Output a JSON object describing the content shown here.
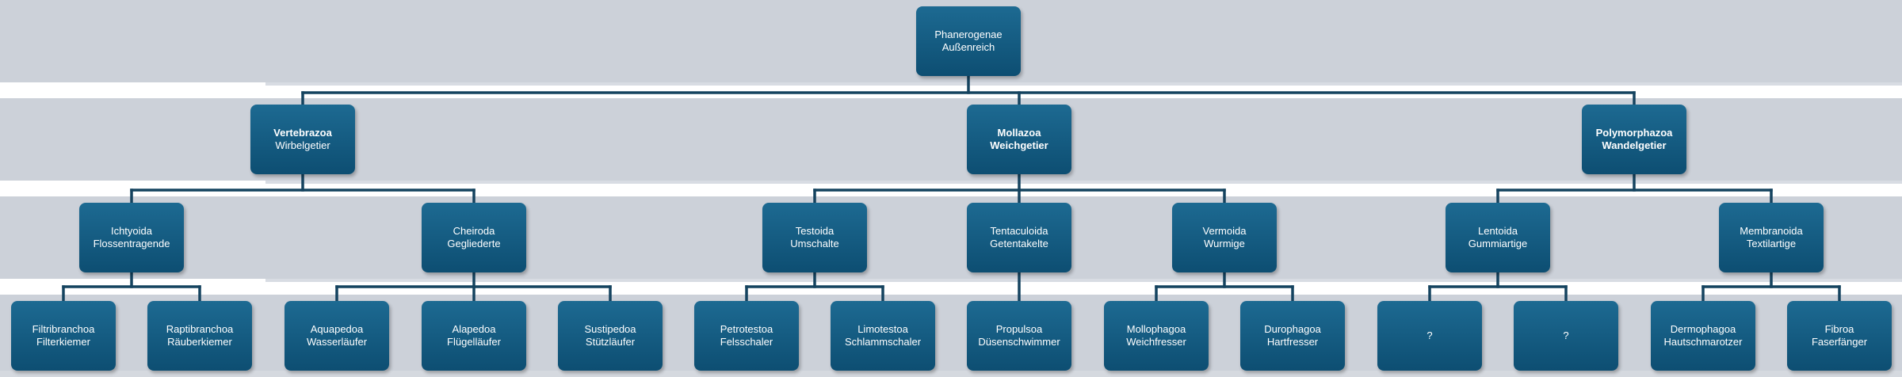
{
  "root": {
    "l1": "Phanerogenae",
    "l2": "Außenreich"
  },
  "level1": [
    {
      "l1": "Vertebrazoa",
      "l2": "Wirbelgetier"
    },
    {
      "l1": "Mollazoa",
      "l2": "Weichgetier"
    },
    {
      "l1": "Polymorphazoa",
      "l2": "Wandelgetier"
    }
  ],
  "level2": [
    {
      "l1": "Ichtyoida",
      "l2": "Flossentragende"
    },
    {
      "l1": "Cheiroda",
      "l2": "Gegliederte"
    },
    {
      "l1": "Testoida",
      "l2": "Umschalte"
    },
    {
      "l1": "Tentaculoida",
      "l2": "Getentakelte"
    },
    {
      "l1": "Vermoida",
      "l2": "Wurmige"
    },
    {
      "l1": "Lentoida",
      "l2": "Gummiartige"
    },
    {
      "l1": "Membranoida",
      "l2": "Textilartige"
    }
  ],
  "level3": [
    {
      "l1": "Filtribranchoa",
      "l2": "Filterkiemer"
    },
    {
      "l1": "Raptibranchoa",
      "l2": "Räuberkiemer"
    },
    {
      "l1": "Aquapedoa",
      "l2": "Wasserläufer"
    },
    {
      "l1": "Alapedoa",
      "l2": "Flügelläufer"
    },
    {
      "l1": "Sustipedoa",
      "l2": "Stützläufer"
    },
    {
      "l1": "Petrotestoa",
      "l2": "Felsschaler"
    },
    {
      "l1": "Limotestoa",
      "l2": "Schlammschaler"
    },
    {
      "l1": "Propulsoa",
      "l2": "Düsenschwimmer"
    },
    {
      "l1": "Mollophagoa",
      "l2": "Weichfresser"
    },
    {
      "l1": "Durophagoa",
      "l2": "Hartfresser"
    },
    {
      "l1": "?",
      "l2": ""
    },
    {
      "l1": "?",
      "l2": ""
    },
    {
      "l1": "Dermophagoa",
      "l2": "Hautschmarotzer"
    },
    {
      "l1": "Fibroa",
      "l2": "Faserfänger"
    }
  ]
}
